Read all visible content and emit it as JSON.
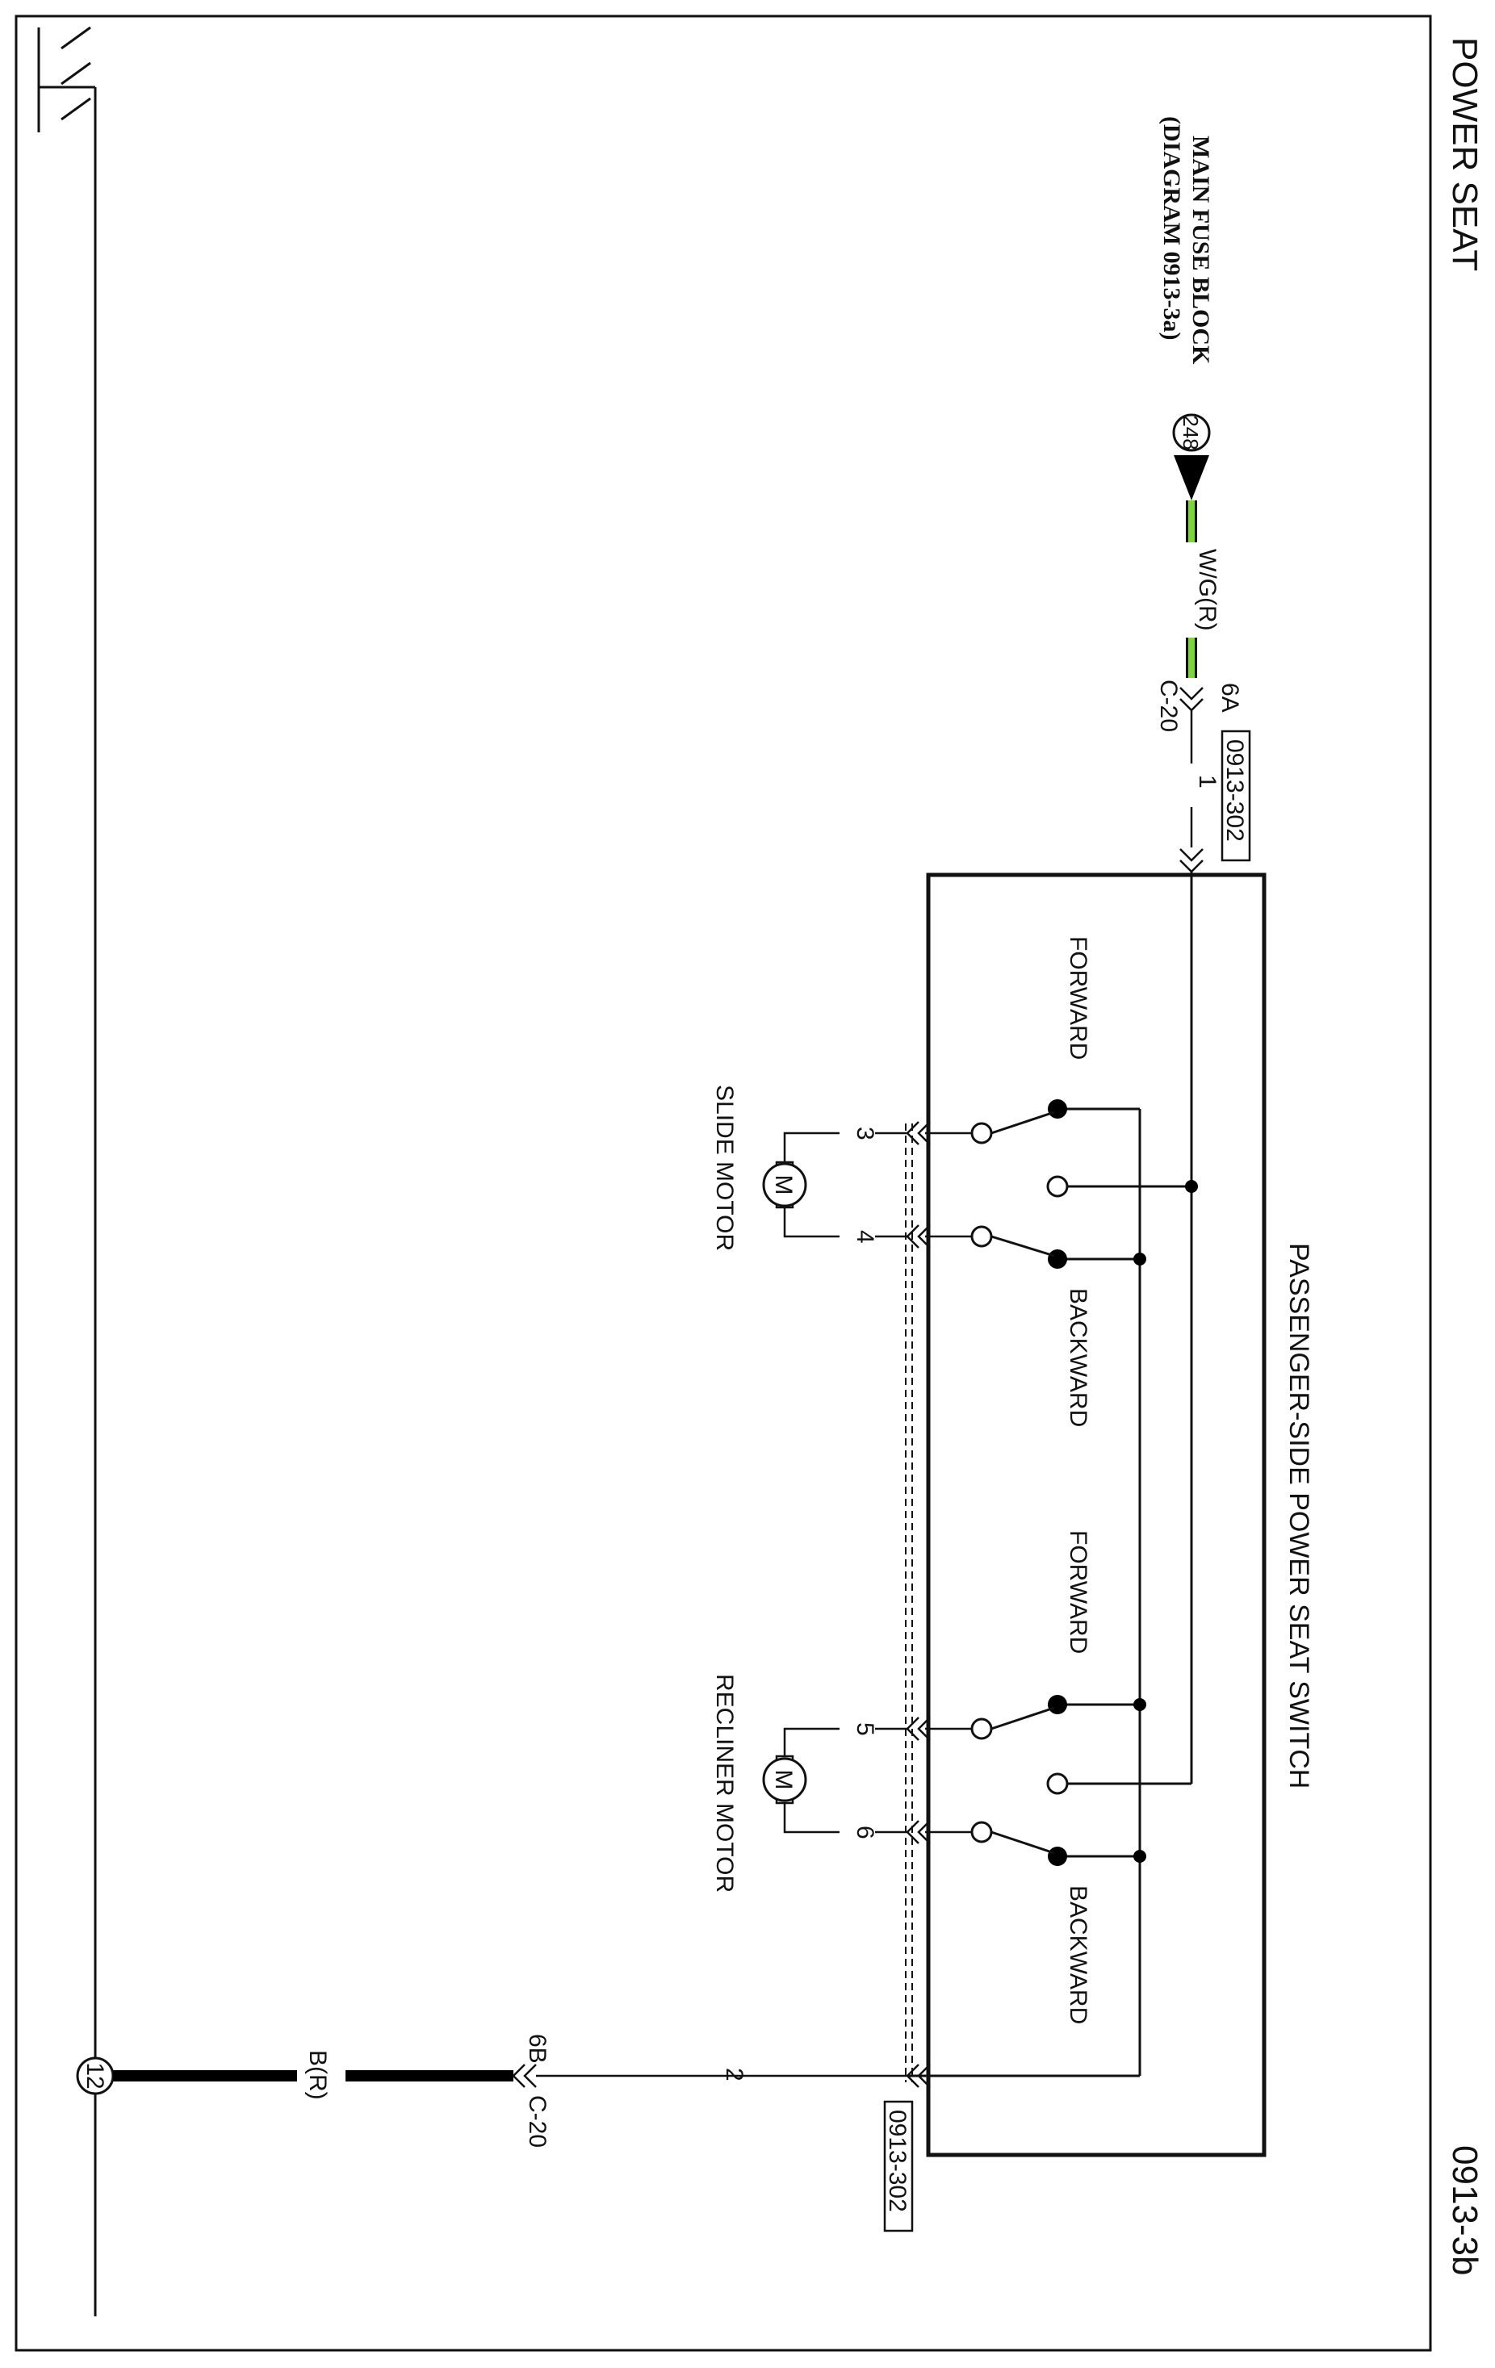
{
  "header": {
    "title": "POWER SEAT",
    "diagram_number": "0913-3b"
  },
  "fuse_block": {
    "line1": "MAIN FUSE BLOCK",
    "line2": "(DIAGRAM 0913-3a)",
    "node_number": "248"
  },
  "wire_top": {
    "color_code": "W/G(R)",
    "color_hex": "#7bd63a",
    "connector_pin": "6A",
    "connector_name": "C-20"
  },
  "wire_bottom": {
    "color_code": "B(R)",
    "color_hex": "#000000",
    "connector_pin": "6B",
    "connector_name": "C-20"
  },
  "ground": {
    "node_number": "12"
  },
  "switch": {
    "title": "PASSENGER-SIDE POWER SEAT SWITCH",
    "connector_ref_top": "0913-302",
    "connector_ref_bottom": "0913-302",
    "pins": {
      "p1": "1",
      "p2": "2",
      "p3": "3",
      "p4": "4",
      "p5": "5",
      "p6": "6"
    },
    "slide_section": {
      "forward": "FORWARD",
      "backward": "BACKWARD"
    },
    "recliner_section": {
      "forward": "FORWARD",
      "backward": "BACKWARD"
    }
  },
  "motors": {
    "slide": {
      "name": "SLIDE MOTOR",
      "symbol": "M"
    },
    "recliner": {
      "name": "RECLINER MOTOR",
      "symbol": "M"
    }
  }
}
